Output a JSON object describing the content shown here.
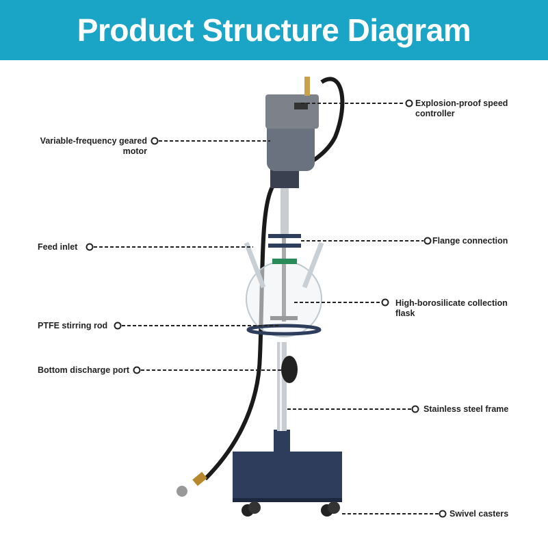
{
  "header": {
    "title": "Product Structure Diagram"
  },
  "colors": {
    "header_bg": "#1aa4c6",
    "frame": "#2f3d5c"
  },
  "labels": {
    "speed_controller": [
      "Explosion-proof speed",
      "controller"
    ],
    "motor": [
      "Variable-frequency geared",
      "motor"
    ],
    "feed_inlet": "Feed inlet",
    "flange": "Flange connection",
    "flask": [
      "High-borosilicate collection",
      "flask"
    ],
    "stirring_rod": "PTFE stirring rod",
    "discharge": "Bottom discharge port",
    "frame": "Stainless steel frame",
    "casters": "Swivel casters"
  }
}
